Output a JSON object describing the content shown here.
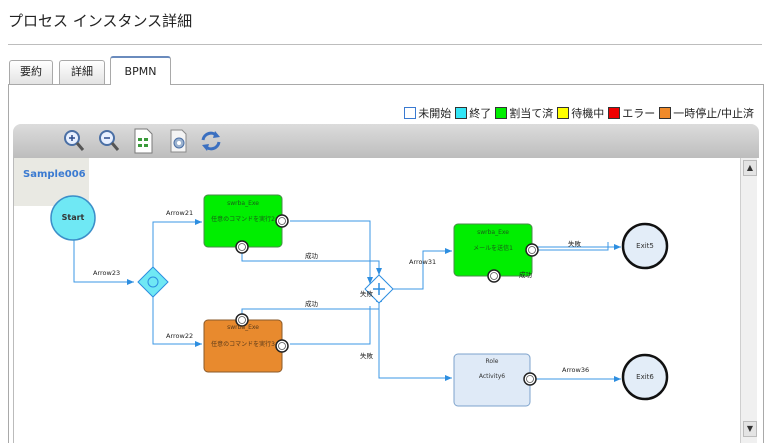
{
  "page_title": "プロセス インスタンス詳細",
  "tabs": [
    {
      "label": "要約",
      "active": false
    },
    {
      "label": "詳細",
      "active": false
    },
    {
      "label": "BPMN",
      "active": true
    }
  ],
  "legend": [
    {
      "label": "未開始",
      "color": "#ffffff"
    },
    {
      "label": "終了",
      "color": "#33e5f5"
    },
    {
      "label": "割当て済",
      "color": "#00ee00"
    },
    {
      "label": "待機中",
      "color": "#ffff00"
    },
    {
      "label": "エラー",
      "color": "#ee0000"
    },
    {
      "label": "一時停止/中止済",
      "color": "#f08a2a"
    }
  ],
  "toolbar": {
    "zoom_in_icon": "zoom-in-icon",
    "zoom_out_icon": "zoom-out-icon",
    "export_icon": "export-sheet-icon",
    "settings_icon": "settings-icon",
    "refresh_icon": "refresh-icon"
  },
  "diagram": {
    "process_name": "Sample006",
    "start_label": "Start",
    "task1": {
      "title": "swrba_Exe",
      "subtitle": "任意のコマンドを実行2",
      "status_color": "#00ee00"
    },
    "task2": {
      "title": "swrba_Exe",
      "subtitle": "任意のコマンドを実行3",
      "status_color": "#f08a2a"
    },
    "task3": {
      "title": "swrba_Exe",
      "subtitle": "メールを送信1",
      "status_color": "#00ee00"
    },
    "role_task": {
      "title": "Role",
      "subtitle": "Activity6",
      "status_color": "#dfeaf7"
    },
    "exit5": "Exit5",
    "exit6": "Exit6",
    "arrow21": "Arrow21",
    "arrow22": "Arrow22",
    "arrow23": "Arrow23",
    "arrow31": "Arrow31",
    "arrow36": "Arrow36",
    "success1": "成功",
    "success2": "成功",
    "success3": "成功",
    "fail1": "失敗",
    "fail2": "失敗",
    "fail3": "失敗"
  }
}
